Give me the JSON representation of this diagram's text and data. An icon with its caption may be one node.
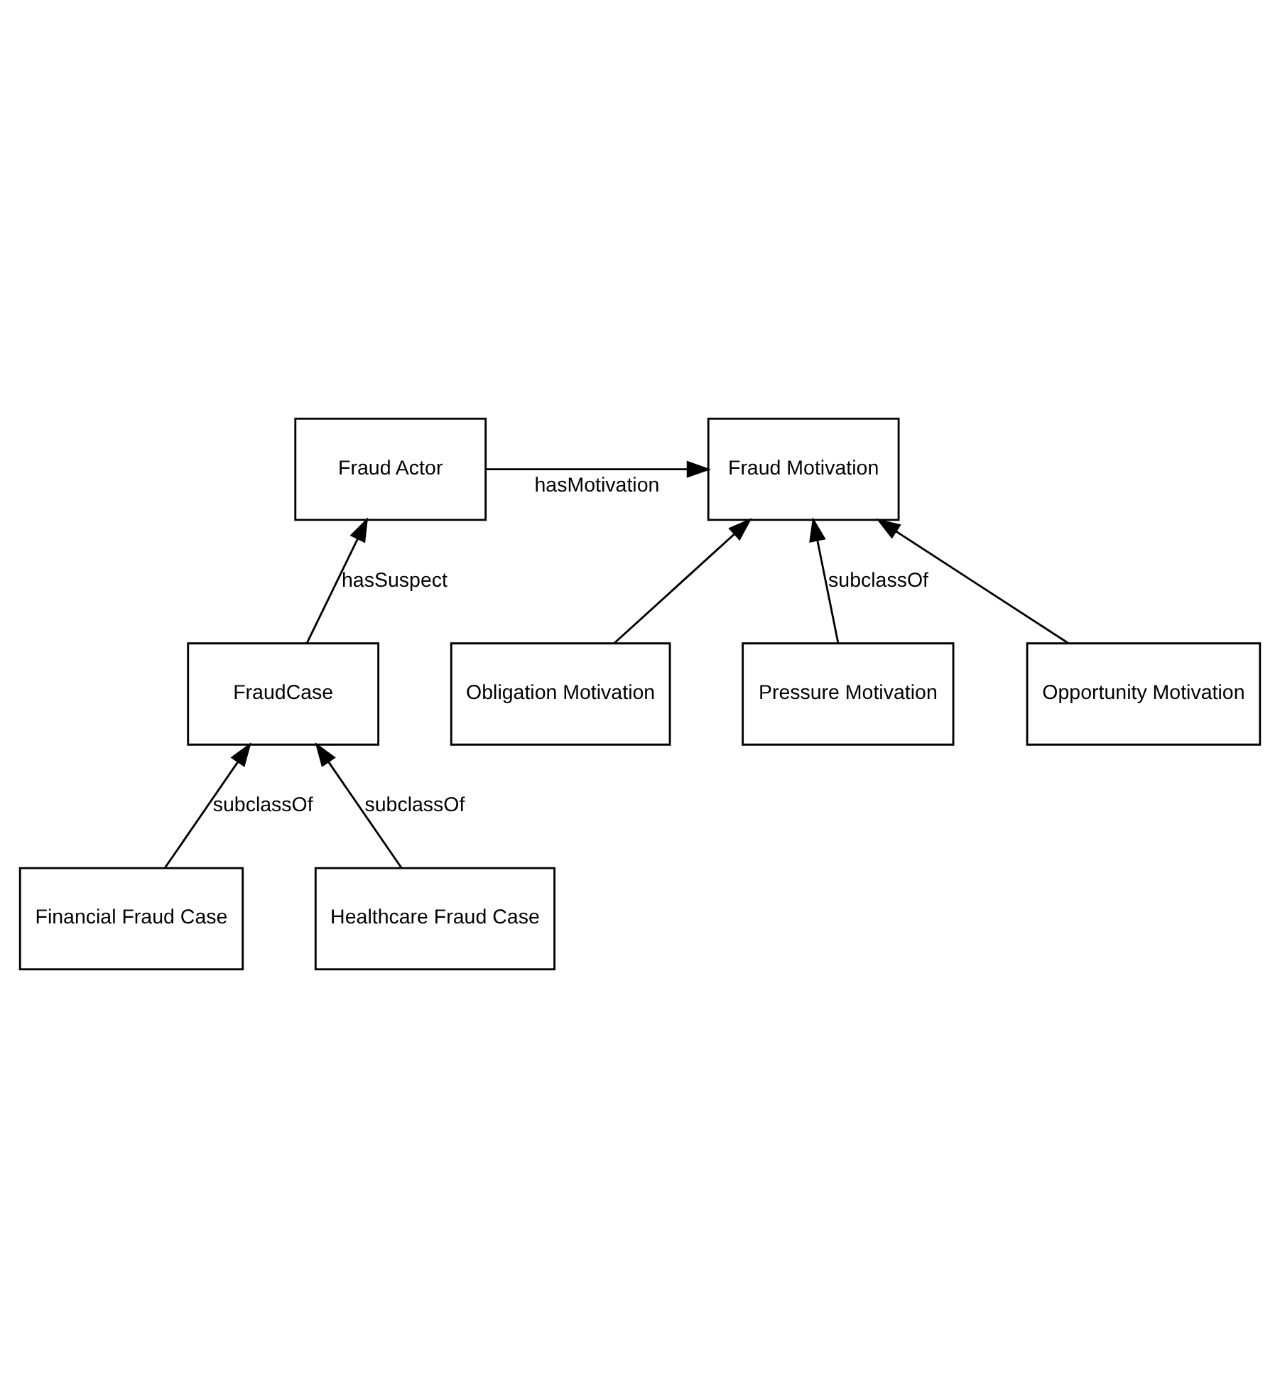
{
  "diagram": {
    "nodes": [
      {
        "text": [
          "Fraud Actor"
        ]
      },
      {
        "text": [
          "Fraud Motivation"
        ]
      },
      {
        "text": [
          "Obligation Motivation"
        ]
      },
      {
        "text": [
          "Pressure Motivation"
        ]
      },
      {
        "text": [
          "Opportunity Motivation"
        ]
      },
      {
        "text": [
          "FraudCase"
        ]
      },
      {
        "text": [
          "Financial Fraud Case"
        ]
      },
      {
        "text": [
          "Healthcare Fraud Case"
        ]
      }
    ],
    "edges": [
      {
        "from": 0,
        "to": 1,
        "arrow": "to",
        "label": "hasMotivation"
      },
      {
        "from": 2,
        "to": 1,
        "arrow": "to"
      },
      {
        "from": 3,
        "to": 1,
        "arrow": "to",
        "label": "subclassOf"
      },
      {
        "from": 4,
        "to": 1,
        "arrow": "to"
      },
      {
        "from": 5,
        "to": 0,
        "arrow": "to",
        "label": "hasSuspect"
      },
      {
        "from": 6,
        "to": 5,
        "arrow": "to",
        "label": "subclassOf"
      },
      {
        "from": 7,
        "to": 5,
        "arrow": "to",
        "label": "subclassOf"
      }
    ]
  }
}
